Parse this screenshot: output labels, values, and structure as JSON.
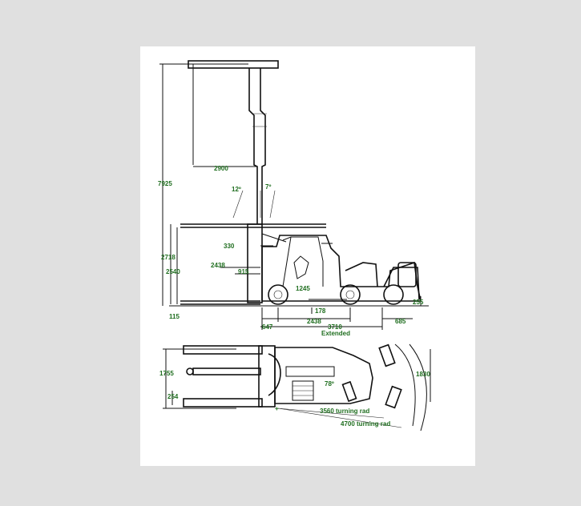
{
  "colors": {
    "page_background": "#e0e0e0",
    "sheet_background": "#ffffff",
    "line": "#111111",
    "dimension_text": "#1f6e1f"
  },
  "labels": {
    "mast_reach": "2900",
    "overall_height": "7925",
    "tilt_back": "12º",
    "tilt_forward": "7º",
    "carriage_offset": "330",
    "lift_height": "2718",
    "fork_length": "2438",
    "cab_height": "2540",
    "load_center": "915",
    "wheelbase_inner": "1245",
    "axle_offset": "178",
    "ground_clearance": "115",
    "front_overhang": "647",
    "wheelbase": "2438",
    "extended_length": "3710",
    "extended_label": "Extended",
    "rear_overhang": "685",
    "rear_height": "255",
    "overall_width": "1755",
    "fork_width": "254",
    "steer_angle": "78º",
    "rear_width": "1830",
    "inner_turning_radius": "3560 turning rad",
    "outer_turning_radius": "4700 turning rad"
  }
}
